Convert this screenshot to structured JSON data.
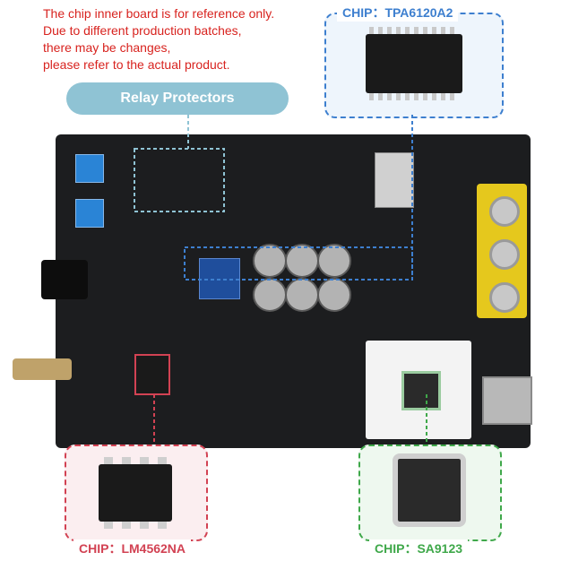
{
  "notice": {
    "lines": [
      "The chip inner board is for reference only.",
      "Due to different production batches,",
      "there may be changes,",
      "please refer to the actual product."
    ],
    "color": "#d8231f"
  },
  "callouts": {
    "relay": {
      "label": "Relay Protectors",
      "color": "#8fc3d4"
    },
    "tpa": {
      "label": "CHIP：TPA6120A2",
      "color": "#3d7fcf"
    },
    "lm": {
      "label": "CHIP：LM4562NA",
      "color": "#d24253"
    },
    "sa": {
      "label": "CHIP：SA9123",
      "color": "#3fa84a"
    }
  },
  "board": {
    "color": "#1c1d1f"
  }
}
